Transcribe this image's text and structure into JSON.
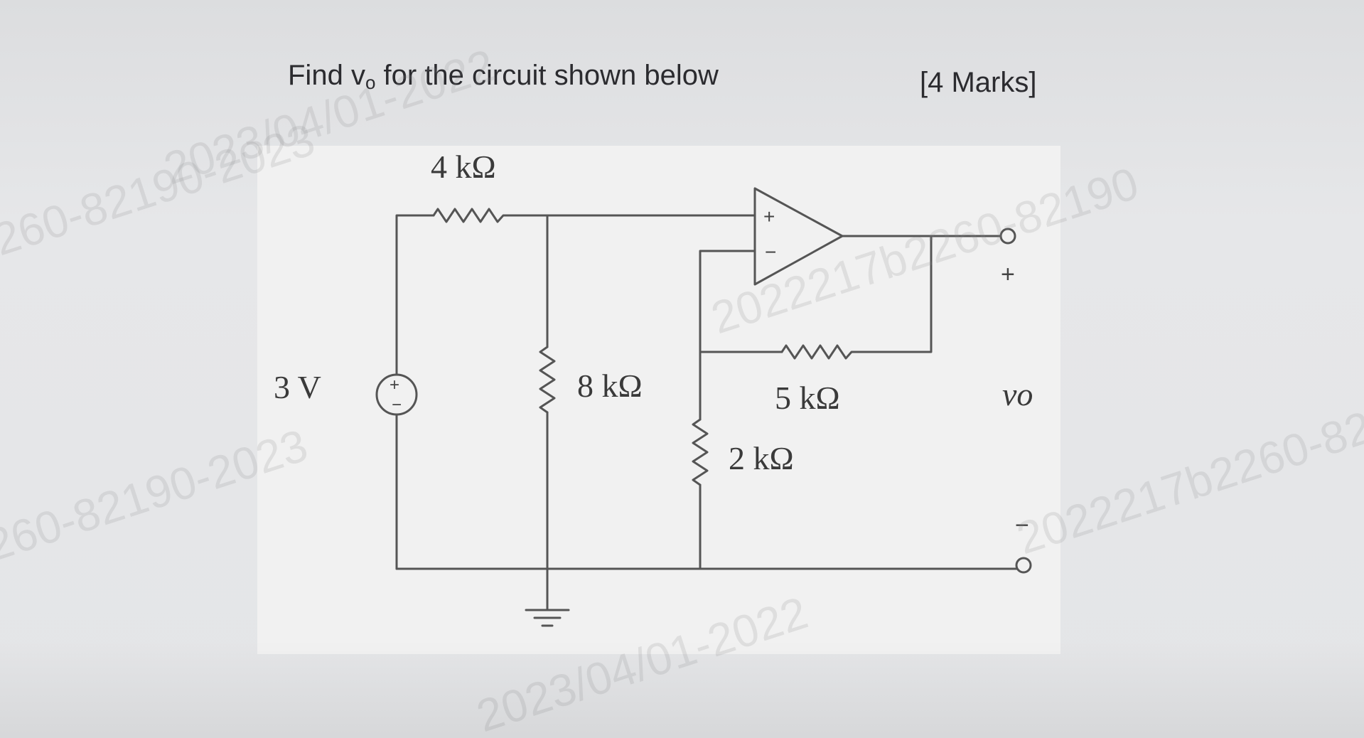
{
  "question": {
    "prefix": "Find ",
    "variable": "v",
    "subscript": "o",
    "suffix": " for the circuit shown below",
    "marks": "[4 Marks]"
  },
  "circuit": {
    "source_label": "3 V",
    "source_plus": "+",
    "source_minus": "−",
    "r1_label": "4 kΩ",
    "r2_label": "8 kΩ",
    "r3_label": "5 kΩ",
    "r4_label": "2 kΩ",
    "opamp_plus": "+",
    "opamp_minus": "−",
    "output_plus": "+",
    "output_minus": "−",
    "output_label": "vo"
  },
  "watermarks": [
    "2023/04/01-2022",
    "260-82190-2023",
    "2022217b2260-82190",
    "2023/04/01-2022",
    "2022217b2260-82",
    "260-82190-2023"
  ]
}
